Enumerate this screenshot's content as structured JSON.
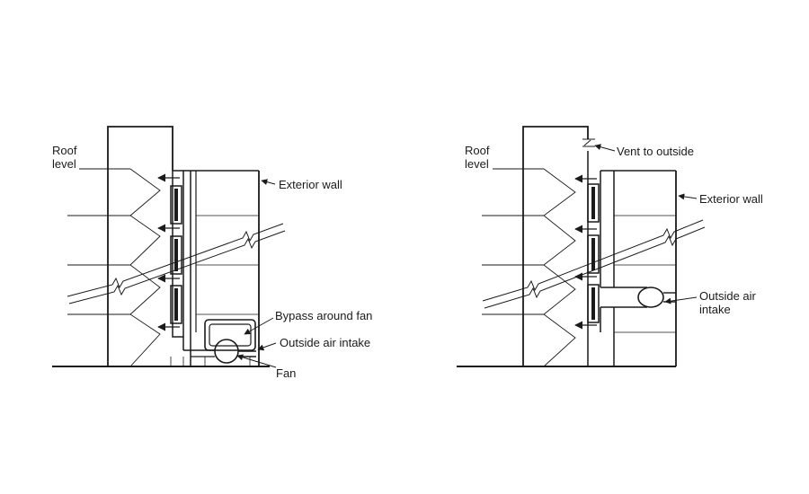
{
  "left_diagram": {
    "roof_level_line1": "Roof",
    "roof_level_line2": "level",
    "exterior_wall": "Exterior wall",
    "bypass": "Bypass around fan",
    "outside_air_intake": "Outside air intake",
    "fan": "Fan"
  },
  "right_diagram": {
    "roof_level_line1": "Roof",
    "roof_level_line2": "level",
    "vent": "Vent to outside",
    "exterior_wall": "Exterior wall",
    "outside_air_line1": "Outside air",
    "outside_air_line2": "intake"
  },
  "colors": {
    "line": "#1a1a1a",
    "background": "#ffffff"
  }
}
